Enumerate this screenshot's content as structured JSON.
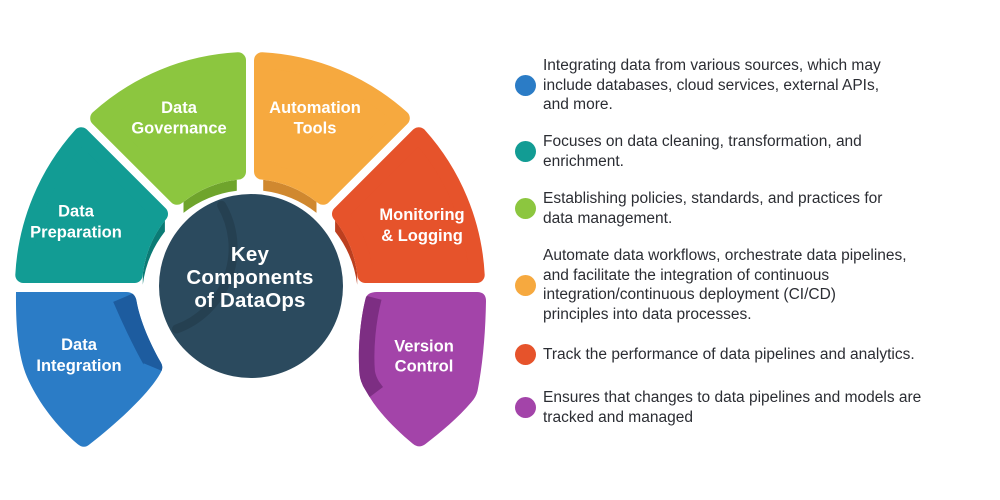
{
  "title": {
    "line1": "Key",
    "line2": "Components",
    "line3": "of DataOps"
  },
  "hub_color": "#2B4A5E",
  "segments": [
    {
      "name": "Data Integration",
      "label1": "Data",
      "label2": "Integration",
      "color": "#2B7CC6",
      "dark": "#1D5C9F",
      "description": "Integrating data from various sources, which may\ninclude databases, cloud services, external APIs,\nand more."
    },
    {
      "name": "Data Preparation",
      "label1": "Data",
      "label2": "Preparation",
      "color": "#129C94",
      "dark": "#0B7B75",
      "description": "Focuses on data cleaning, transformation, and\nenrichment."
    },
    {
      "name": "Data Governance",
      "label1": "Data",
      "label2": "Governance",
      "color": "#8CC63F",
      "dark": "#6FA42C",
      "description": "Establishing policies, standards, and practices for\ndata management."
    },
    {
      "name": "Automation Tools",
      "label1": "Automation",
      "label2": "Tools",
      "color": "#F6A93F",
      "dark": "#D0882F",
      "description": "Automate data workflows, orchestrate data pipelines,\nand facilitate the integration of continuous\nintegration/continuous deployment (CI/CD)\nprinciples into data processes."
    },
    {
      "name": "Monitoring & Logging",
      "label1": "Monitoring",
      "label2": "& Logging",
      "color": "#E6532B",
      "dark": "#BC3F1F",
      "description": "Track the performance of data pipelines and analytics."
    },
    {
      "name": "Version Control",
      "label1": "Version",
      "label2": "Control",
      "color": "#A344A9",
      "dark": "#7D2E83",
      "description": "Ensures that changes to data pipelines and models are\ntracked and managed"
    }
  ]
}
